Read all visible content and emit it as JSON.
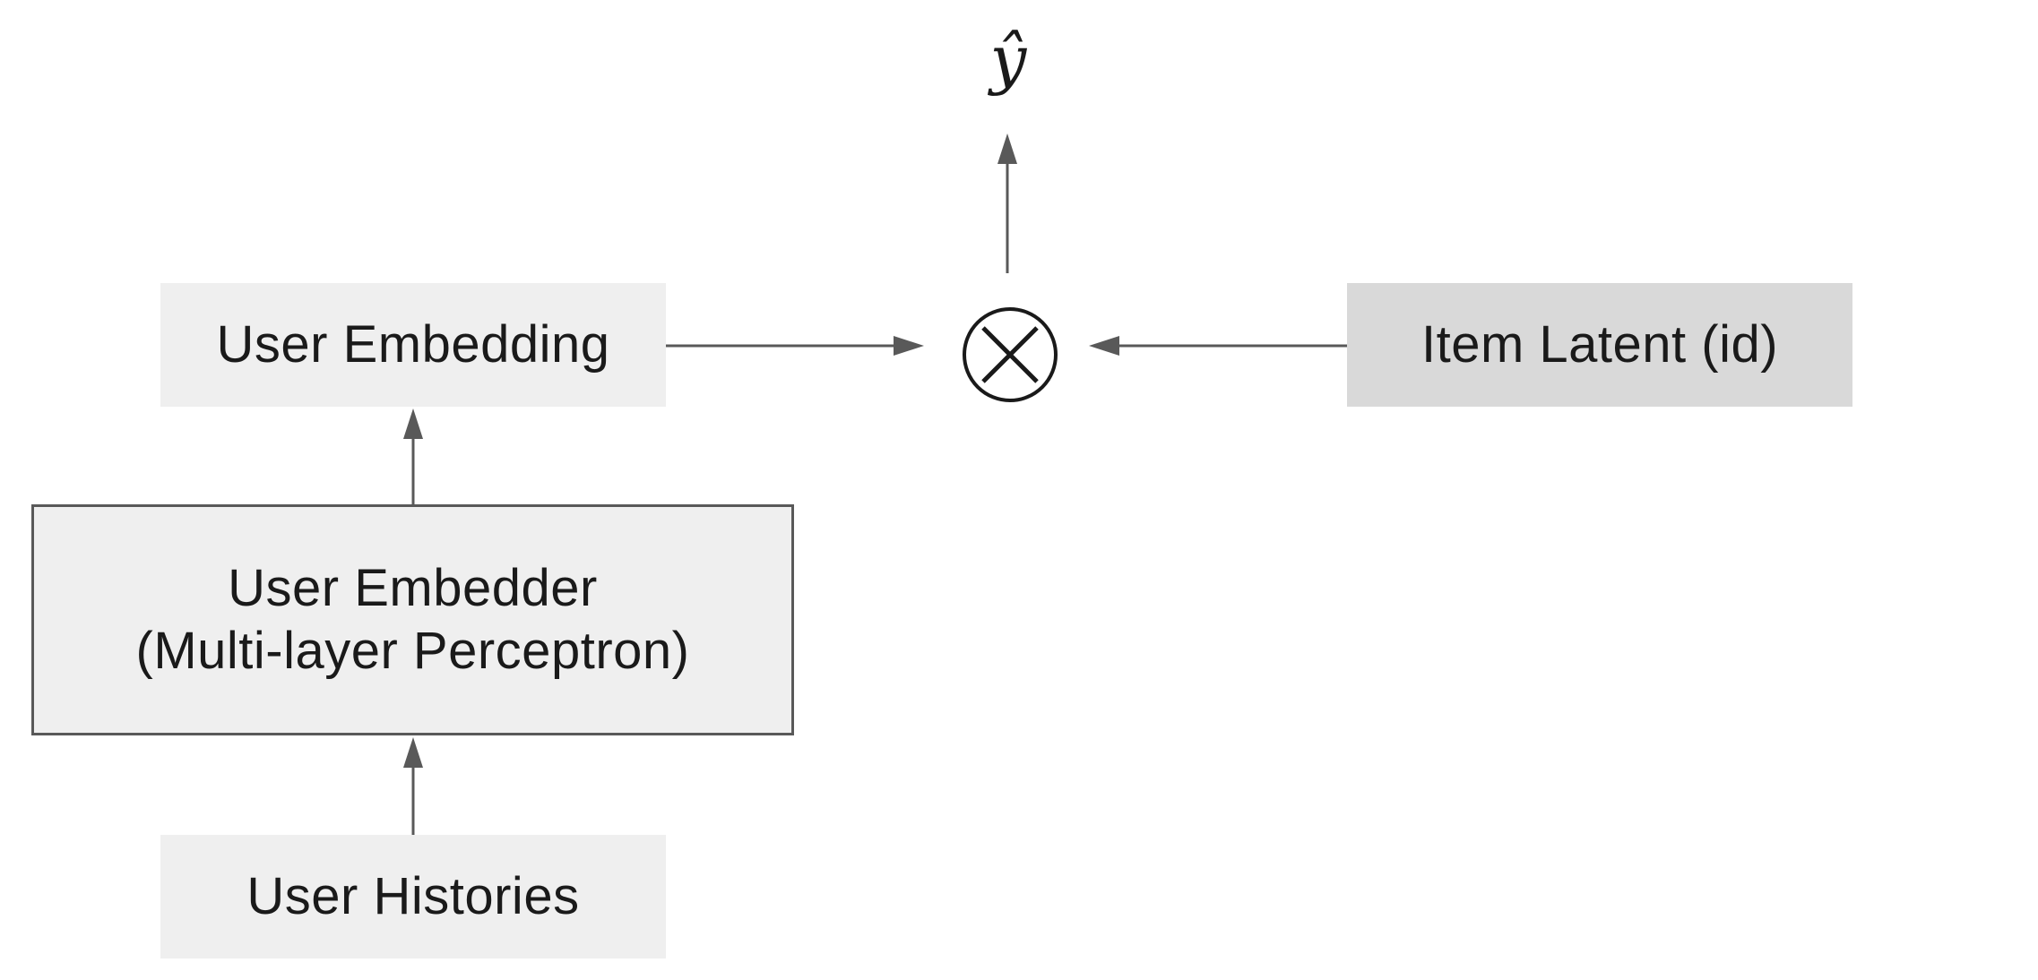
{
  "nodes": {
    "user_embedding": "User Embedding",
    "item_latent": "Item Latent (id)",
    "user_embedder": {
      "line1": "User Embedder",
      "line2": "(Multi-layer Perceptron)"
    },
    "user_histories": "User Histories",
    "output": "ŷ"
  },
  "operator": {
    "icon": "multiply-circle-icon"
  },
  "colors": {
    "box_light": "#efefef",
    "box_mid": "#d9d9d9",
    "edge": "#595959",
    "text": "#1a1a1a"
  }
}
